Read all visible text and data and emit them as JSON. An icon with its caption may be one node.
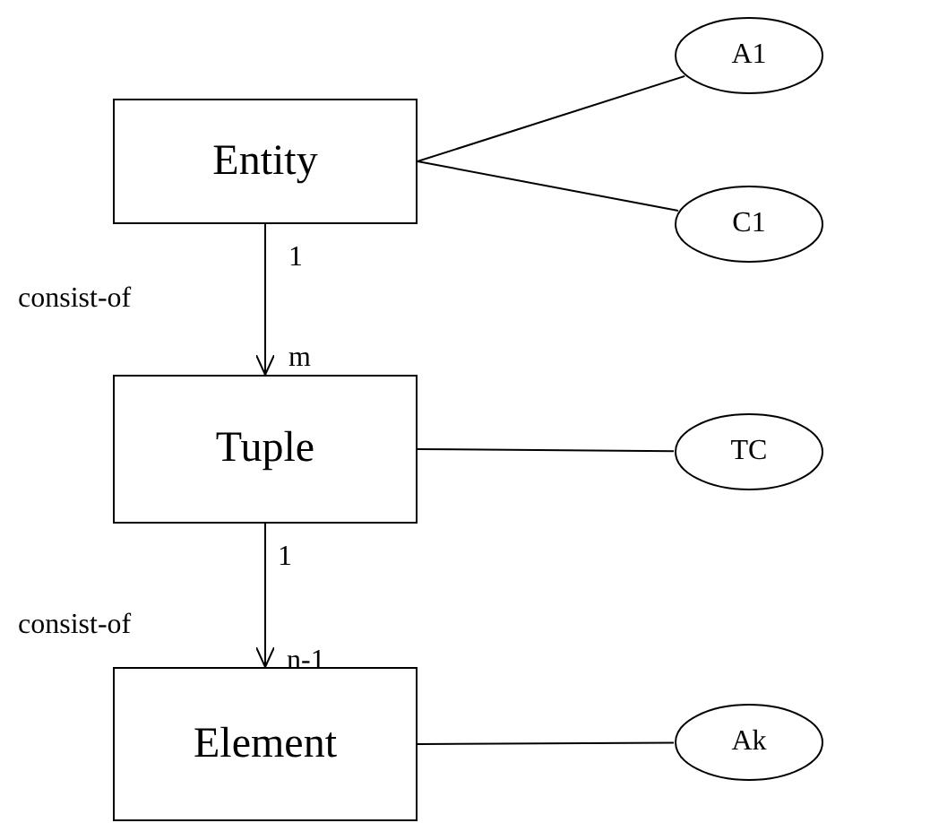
{
  "diagram": {
    "nodes": [
      {
        "text": [
          "Entity"
        ]
      },
      {
        "text": [
          "A1"
        ]
      },
      {
        "text": [
          "C1"
        ]
      },
      {
        "text": [
          "Tuple"
        ]
      },
      {
        "text": [
          "TC"
        ]
      },
      {
        "text": [
          "Element"
        ]
      },
      {
        "text": [
          "Ak"
        ]
      }
    ],
    "edges": [
      {
        "from": 0,
        "to": 1,
        "arrow": "none"
      },
      {
        "from": 0,
        "to": 2,
        "arrow": "none"
      },
      {
        "from": 0,
        "to": 3,
        "arrow": "to",
        "label": "consist-of"
      },
      {
        "from": 3,
        "to": 4,
        "arrow": "none"
      },
      {
        "from": 3,
        "to": 5,
        "arrow": "to",
        "label": "consist-of"
      },
      {
        "from": 5,
        "to": 6,
        "arrow": "none"
      }
    ],
    "labels": [
      "1",
      "m",
      "1",
      "n-1"
    ]
  }
}
